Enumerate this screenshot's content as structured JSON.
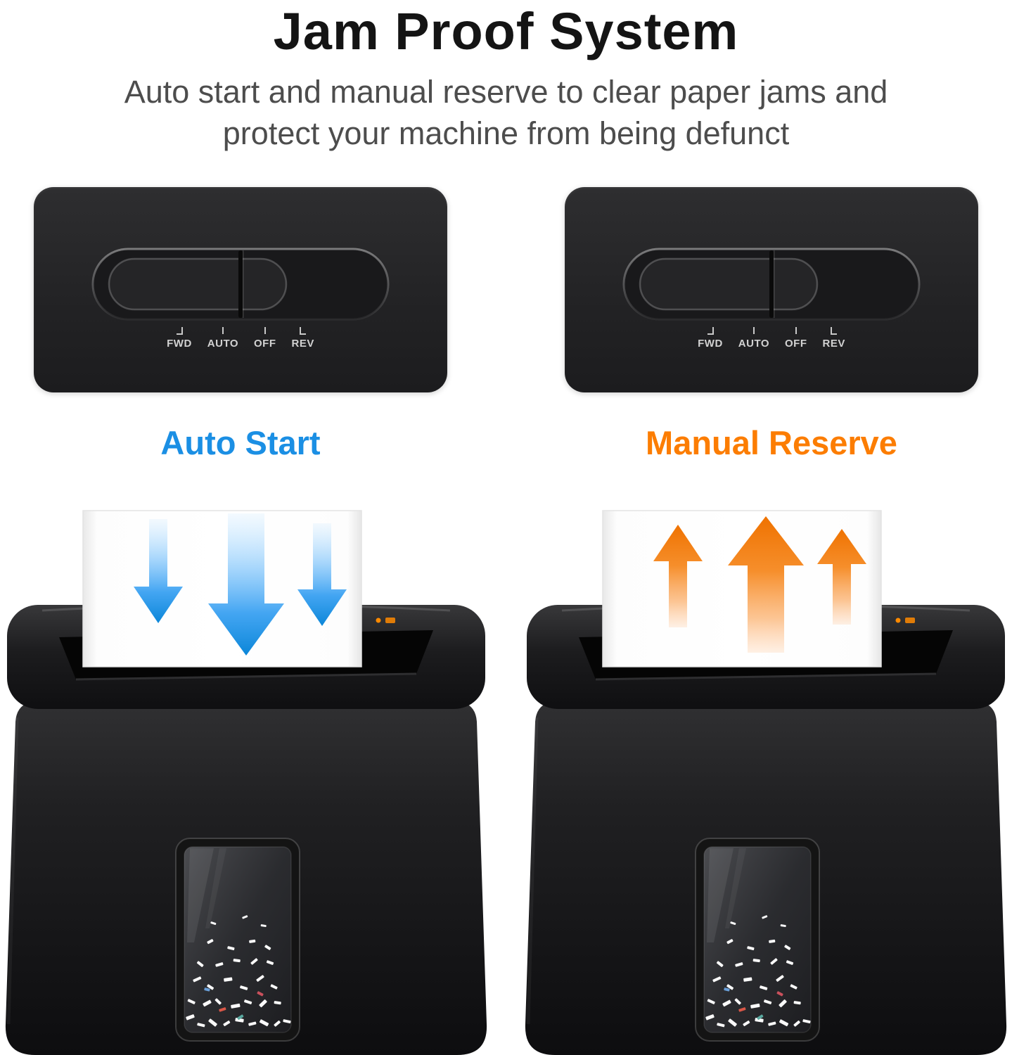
{
  "title": "Jam Proof System",
  "subtitle_lines": [
    "Auto start and manual reserve to clear paper jams and",
    "protect your machine from being defunct"
  ],
  "control_panel": {
    "switch_labels": [
      "FWD",
      "AUTO",
      "OFF",
      "REV"
    ]
  },
  "modes": {
    "auto_start": {
      "label": "Auto Start",
      "color": "#1B8FE4",
      "arrow_direction": "down"
    },
    "manual_reserve": {
      "label": "Manual Reserve",
      "color": "#FC7D02",
      "arrow_direction": "up"
    }
  },
  "colors": {
    "background": "#FFFFFF",
    "title_text": "#141414",
    "subtitle_text": "#4D4D4D",
    "panel_background": "#232325",
    "switch_label_text": "#D2D2D2",
    "auto_accent": "#1B8FE4",
    "manual_accent": "#FC7D02",
    "shredder_body": "#1A1A1C",
    "indicator_light": "#FF8A00"
  }
}
